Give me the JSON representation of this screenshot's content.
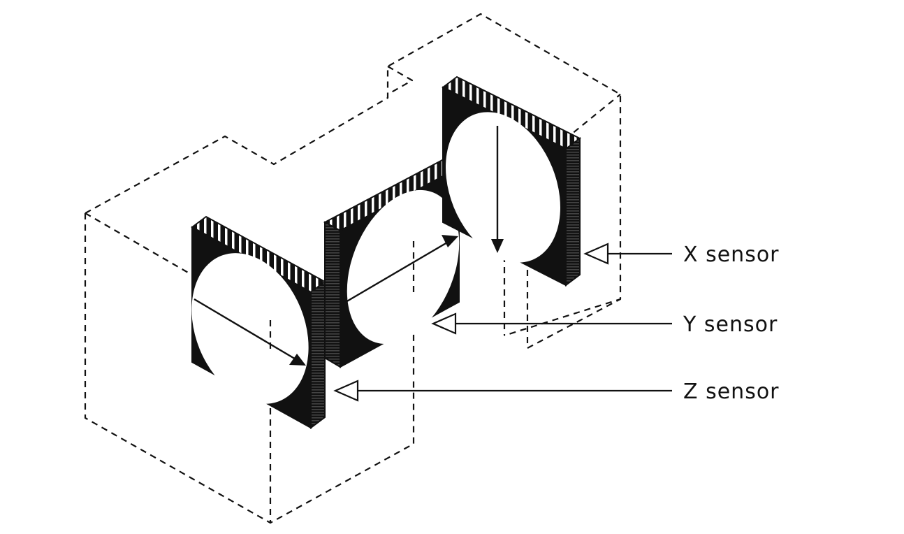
{
  "sensors": [
    {
      "id": "x",
      "label": "X sensor"
    },
    {
      "id": "y",
      "label": "Y sensor"
    },
    {
      "id": "z",
      "label": "Z sensor"
    }
  ],
  "colors": {
    "ink": "#111111",
    "background": "#ffffff"
  }
}
